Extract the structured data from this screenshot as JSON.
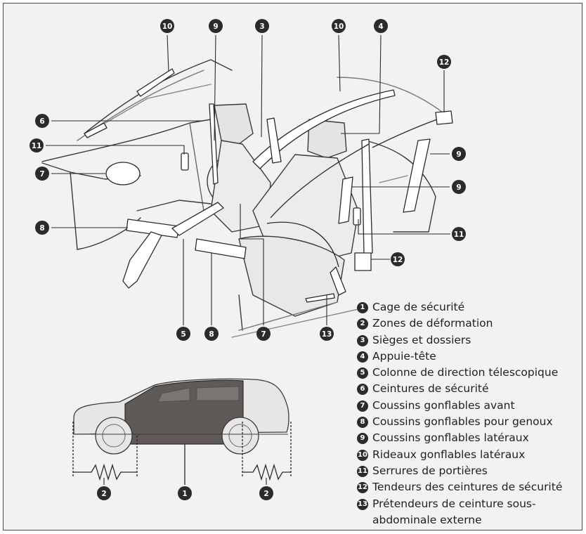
{
  "legend": [
    {
      "num": "1",
      "label": "Cage de sécurité"
    },
    {
      "num": "2",
      "label": "Zones de déformation"
    },
    {
      "num": "3",
      "label": "Sièges et dossiers"
    },
    {
      "num": "4",
      "label": "Appuie-tête"
    },
    {
      "num": "5",
      "label": "Colonne de direction télescopique"
    },
    {
      "num": "6",
      "label": "Ceintures de sécurité"
    },
    {
      "num": "7",
      "label": "Coussins gonflables avant"
    },
    {
      "num": "8",
      "label": "Coussins gonflables pour genoux"
    },
    {
      "num": "9",
      "label": "Coussins gonflables latéraux"
    },
    {
      "num": "10",
      "label": "Rideaux gonflables latéraux"
    },
    {
      "num": "11",
      "label": "Serrures de portières"
    },
    {
      "num": "12",
      "label": "Tendeurs des ceintures de sécurité"
    },
    {
      "num": "13",
      "label": "Prétendeurs de ceinture sous-abdominale externe"
    }
  ],
  "callouts": {
    "c10a": "10",
    "c9a": "9",
    "c3": "3",
    "c10b": "10",
    "c4": "4",
    "c12a": "12",
    "c6": "6",
    "c11a": "11",
    "c7a": "7",
    "c9b": "9",
    "c9c": "9",
    "c8a": "8",
    "c11b": "11",
    "c12b": "12",
    "c5": "5",
    "c8b": "8",
    "c7b": "7",
    "c13": "13",
    "c2a": "2",
    "c1": "1",
    "c2b": "2"
  },
  "colors": {
    "badge": "#2b2b2b",
    "line": "#2b2b2b",
    "cage_fill": "#5f5a58",
    "background": "#f2f2f2"
  }
}
